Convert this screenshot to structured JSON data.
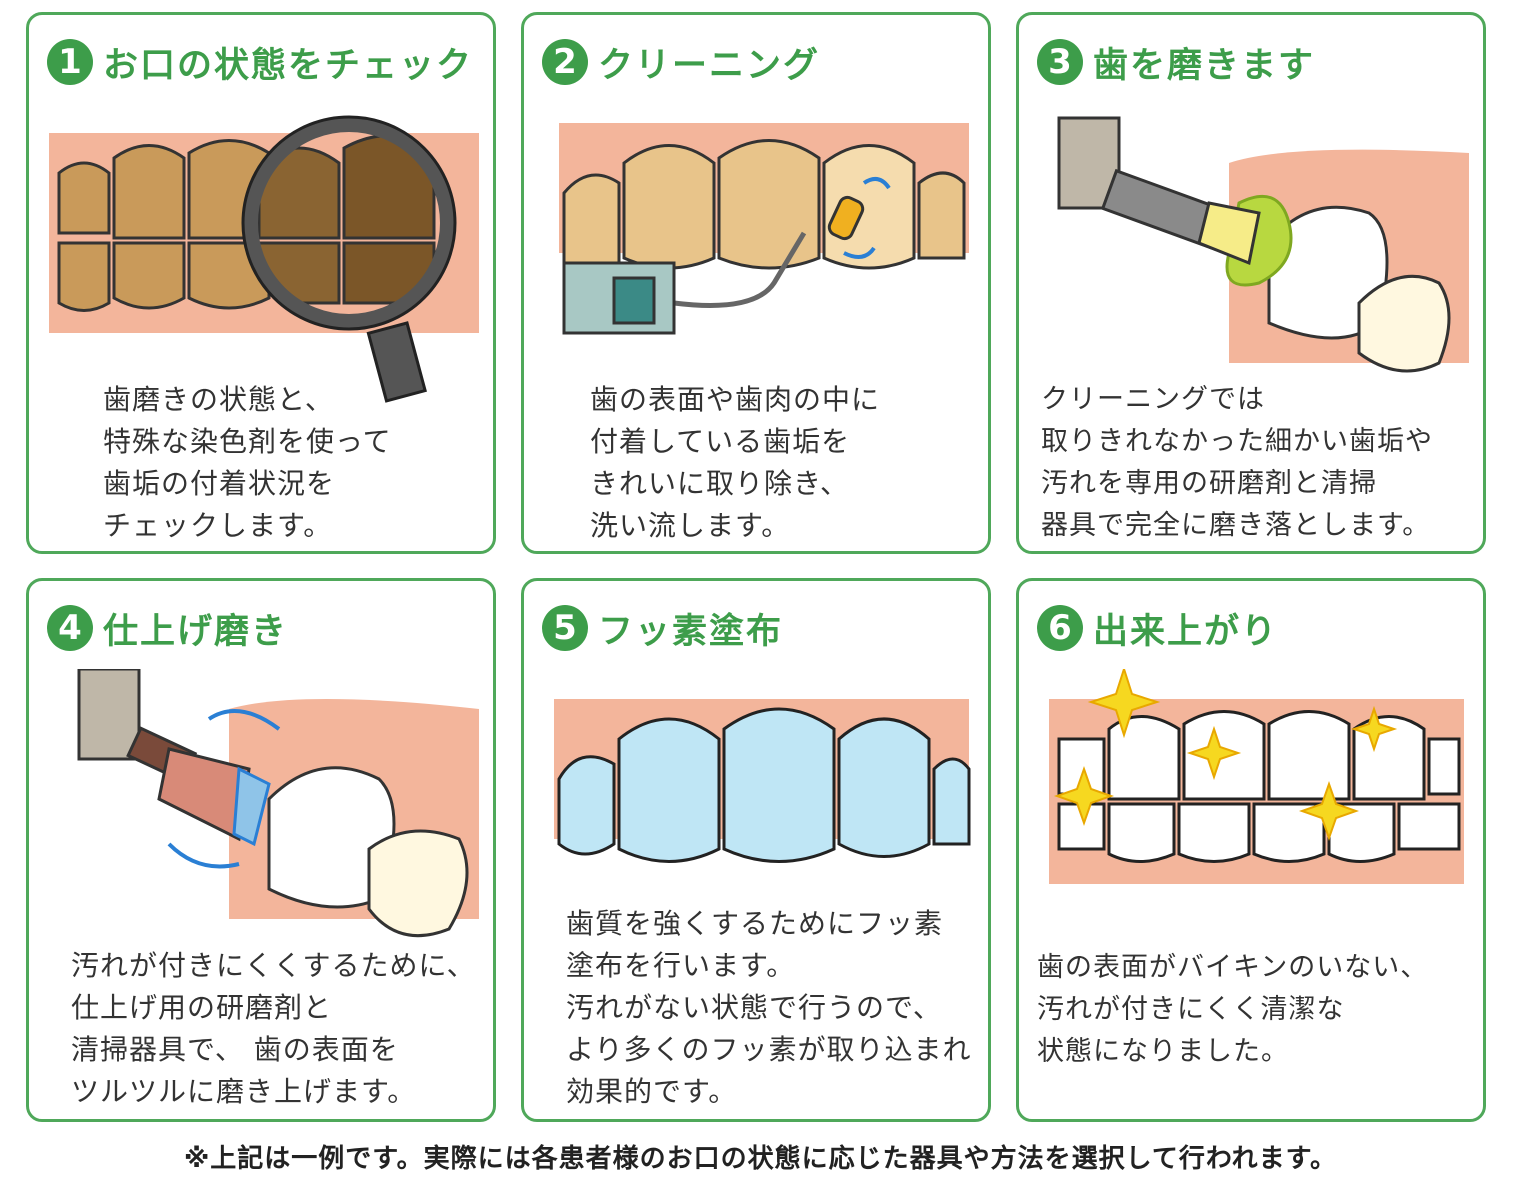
{
  "colors": {
    "green": "#3d9d4a",
    "gum": "#f3b59b",
    "tooth_dirty": "#c99a5a",
    "tooth_clean": "#ffffff",
    "fluoride": "#bfe6f5"
  },
  "steps": [
    {
      "number": "1",
      "title": "お口の状態をチェック",
      "icon": "magnifier-icon",
      "lines": [
        "歯磨きの状態と、",
        "特殊な染色剤を使って",
        "歯垢の付着状況を",
        "チェックします。"
      ]
    },
    {
      "number": "2",
      "title": "クリーニング",
      "icon": "scaler-icon",
      "lines": [
        "歯の表面や歯肉の中に",
        "付着している歯垢を",
        "きれいに取り除き、",
        "洗い流します。"
      ]
    },
    {
      "number": "3",
      "title": "歯を磨きます",
      "icon": "polisher-brush-icon",
      "lines": [
        "クリーニングでは",
        "取りきれなかった細かい歯垢や",
        "汚れを専用の研磨剤と清掃",
        "器具で完全に磨き落とします。"
      ]
    },
    {
      "number": "4",
      "title": "仕上げ磨き",
      "icon": "polisher-cup-icon",
      "lines": [
        "汚れが付きにくくするために、",
        "仕上げ用の研磨剤と",
        "清掃器具で、 歯の表面を",
        "ツルツルに磨き上げます。"
      ]
    },
    {
      "number": "5",
      "title": "フッ素塗布",
      "icon": "fluoride-teeth-icon",
      "lines": [
        "歯質を強くするためにフッ素",
        "塗布を行います。",
        "汚れがない状態で行うので、",
        "より多くのフッ素が取り込まれ",
        "効果的です。"
      ]
    },
    {
      "number": "6",
      "title": "出来上がり",
      "icon": "sparkle-icon",
      "lines": [
        "歯の表面がバイキンのいない、",
        "汚れが付きにくく清潔な",
        "状態になりました。"
      ]
    }
  ],
  "footnote": "※上記は一例です。実際には各患者様のお口の状態に応じた器具や方法を選択して行われます。"
}
